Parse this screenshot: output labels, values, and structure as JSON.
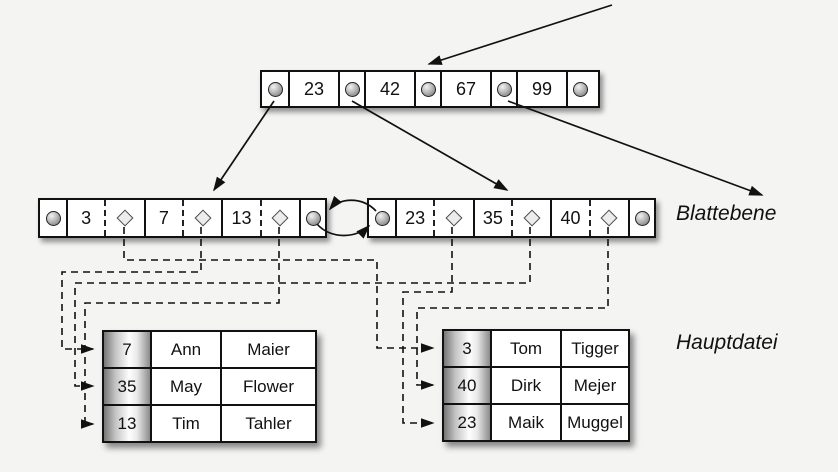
{
  "colors": {
    "background": "#f4f4f3",
    "line": "#111111",
    "node_fill": "#ffffff",
    "record_key_gradient": [
      "#767676",
      "#fdfdfd",
      "#8b8b8b"
    ]
  },
  "root_node": {
    "keys": [
      "23",
      "42",
      "67",
      "99"
    ]
  },
  "leaf_level": {
    "label": "Blattebene",
    "left_leaf": {
      "keys": [
        "3",
        "7",
        "13"
      ]
    },
    "right_leaf": {
      "keys": [
        "23",
        "35",
        "40"
      ]
    }
  },
  "main_file": {
    "label": "Hauptdatei",
    "left_table": {
      "rows": [
        [
          "7",
          "Ann",
          "Maier"
        ],
        [
          "35",
          "May",
          "Flower"
        ],
        [
          "13",
          "Tim",
          "Tahler"
        ]
      ]
    },
    "right_table": {
      "rows": [
        [
          "3",
          "Tom",
          "Tigger"
        ],
        [
          "40",
          "Dirk",
          "Mejer"
        ],
        [
          "23",
          "Maik",
          "Muggel"
        ]
      ]
    }
  },
  "links": [
    {
      "key": "3",
      "record": "3 Tom Tigger"
    },
    {
      "key": "7",
      "record": "7 Ann Maier"
    },
    {
      "key": "13",
      "record": "13 Tim Tahler"
    },
    {
      "key": "23",
      "record": "23 Maik Muggel"
    },
    {
      "key": "35",
      "record": "35 May Flower"
    },
    {
      "key": "40",
      "record": "40 Dirk Mejer"
    }
  ],
  "icons": {
    "pointer": "circle-icon",
    "record_pointer": "diamond-icon"
  }
}
